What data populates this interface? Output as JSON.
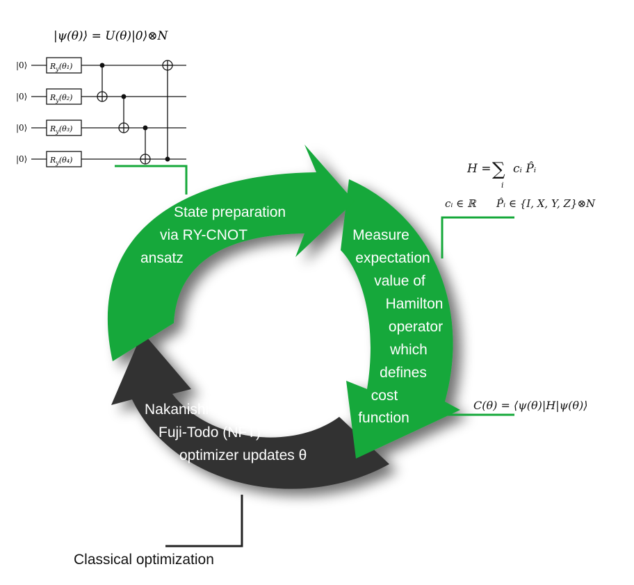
{
  "colors": {
    "quantum_green": "#15a83a",
    "classical_dark": "#333333",
    "line_black": "#111111",
    "label_white": "#ffffff"
  },
  "state_equation": "|ψ(θ)⟩ = U(θ)|0⟩⊗N",
  "circuit": {
    "qubit_labels": [
      "|0⟩",
      "|0⟩",
      "|0⟩",
      "|0⟩"
    ],
    "gates": [
      {
        "label": "R",
        "sub": "y",
        "arg": "(θ₁)"
      },
      {
        "label": "R",
        "sub": "y",
        "arg": "(θ₂)"
      },
      {
        "label": "R",
        "sub": "y",
        "arg": "(θ₃)"
      },
      {
        "label": "R",
        "sub": "y",
        "arg": "(θ₄)"
      }
    ],
    "entangler": "CNOT ring"
  },
  "hamiltonian": {
    "lhs": "H =",
    "sum_symbol": "∑",
    "sum_index": "i",
    "term": "cᵢ P̂ᵢ",
    "coefficients": "cᵢ ∈ ℝ",
    "paulis": "P̂ᵢ ∈ {I, X, Y, Z}⊗N"
  },
  "cost_function": "C(θ) = ⟨ψ(θ)|H|ψ(θ)⟩",
  "cycle": {
    "state_preparation": [
      "State preparation",
      "via RY-CNOT",
      "ansatz"
    ],
    "measurement": [
      "Measure",
      "expectation",
      "value of",
      "Hamilton",
      "operator",
      "which",
      "defines",
      "cost",
      "function"
    ],
    "optimizer": [
      "Nakanishi-",
      "Fuji-Todo (NFT)",
      "optimizer updates θ"
    ]
  },
  "classical_label": "Classical optimization"
}
